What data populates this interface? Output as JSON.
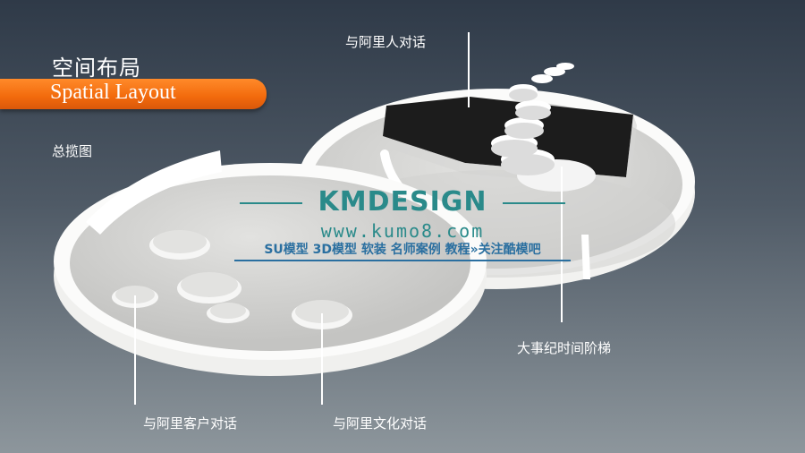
{
  "header": {
    "title_cn": "空间布局",
    "title_en": "Spatial Layout",
    "subtitle": "总揽图"
  },
  "labels": {
    "top": "与阿里人对话",
    "right": "大事纪时间阶梯",
    "bottom_left": "与阿里客户对话",
    "bottom_center": "与阿里文化对话"
  },
  "watermark": {
    "brand": "KMDESIGN",
    "url": "www.kumo8.com",
    "tagline": "SU模型 3D模型 软装 名师案例 教程»关注酷模吧"
  },
  "colors": {
    "accent": "#f26a0c",
    "watermark": "#2a8a8a"
  }
}
